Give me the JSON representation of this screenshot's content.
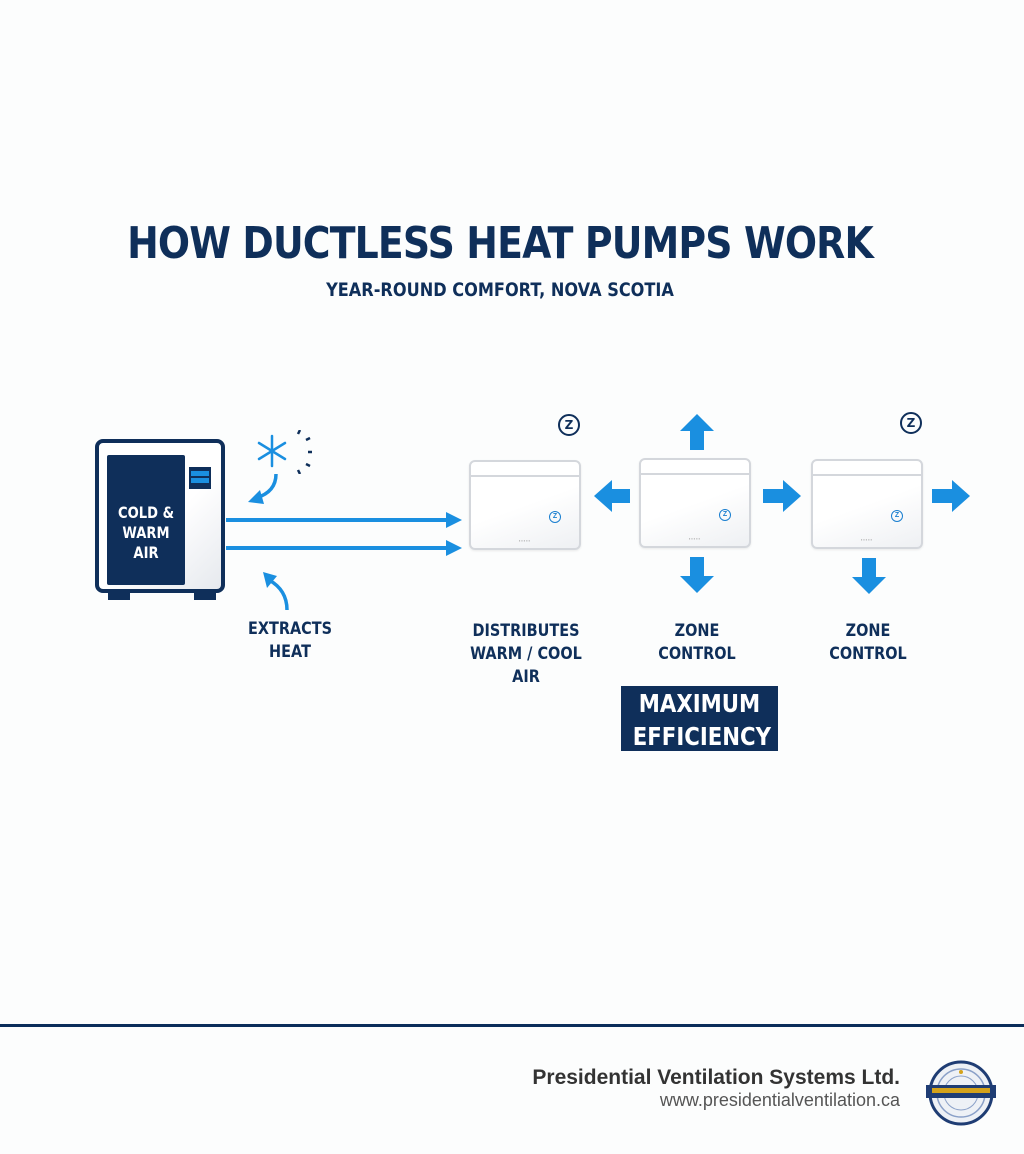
{
  "header": {
    "title": "HOW DUCTLESS HEAT PUMPS WORK",
    "subtitle": "YEAR-ROUND COMFORT, NOVA SCOTIA"
  },
  "outdoor_unit": {
    "label": "COLD & WARM AIR",
    "weather_icon": "snowflake-sun-icon",
    "caption": "EXTRACTS HEAT"
  },
  "indoor_units": [
    {
      "label": "DISTRIBUTES WARM / COOL AIR",
      "badge": "Z",
      "logo": "Z"
    },
    {
      "label": "ZONE CONTROL",
      "badge": "",
      "logo": "Z"
    },
    {
      "label": "ZONE CONTROL",
      "badge": "Z",
      "logo": "Z"
    }
  ],
  "highlight": {
    "line1": "MAXIMUM",
    "line2": "EFFICIENCY"
  },
  "footer": {
    "company": "Presidential Ventilation Systems Ltd.",
    "website": "www.presidentialventilation.ca",
    "logo_icon": "company-seal-icon"
  },
  "colors": {
    "navy": "#0f2f5a",
    "blue": "#1a8fe0",
    "divider": "#0b2d5a"
  }
}
